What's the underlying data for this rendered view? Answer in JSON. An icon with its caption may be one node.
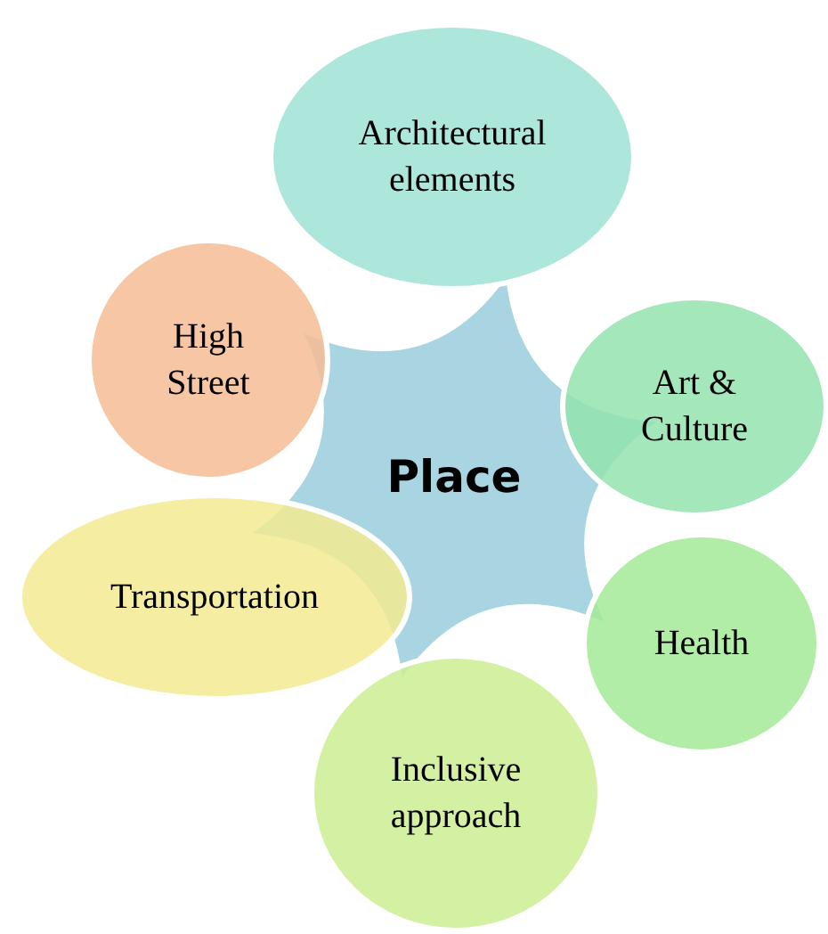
{
  "diagram": {
    "nodes": [
      {
        "text": [
          "Place"
        ]
      },
      {
        "text": [
          "Architectural elements"
        ]
      },
      {
        "text": [
          "Art & Culture"
        ]
      },
      {
        "text": [
          "Health"
        ]
      },
      {
        "text": [
          "Inclusive approach"
        ]
      },
      {
        "text": [
          "Transportation"
        ]
      },
      {
        "text": [
          "High Street"
        ]
      }
    ],
    "edges": []
  }
}
